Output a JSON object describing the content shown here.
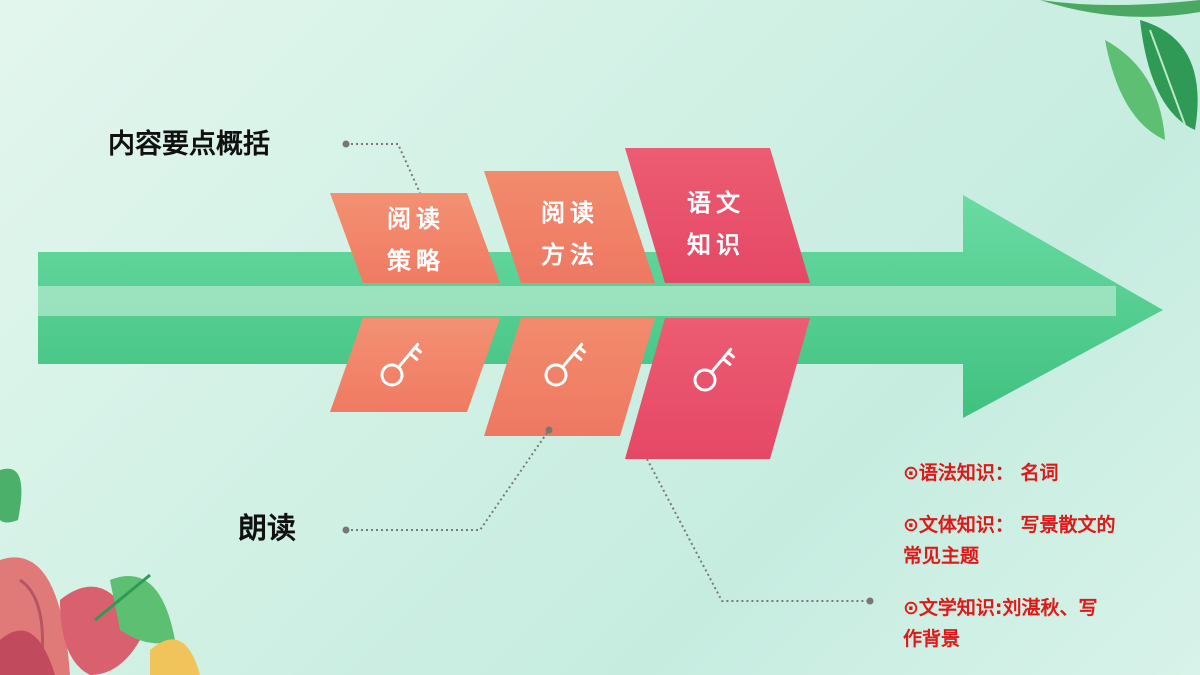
{
  "labels": {
    "summary": "内容要点概括",
    "reading": "朗读"
  },
  "cards": [
    {
      "line1": "阅读",
      "line2": "策略",
      "color": "#f0866a"
    },
    {
      "line1": "阅读",
      "line2": "方法",
      "color": "#ee8266"
    },
    {
      "line1": "语文",
      "line2": "知识",
      "color": "#e8546e"
    }
  ],
  "notes": {
    "bullet": "⊙",
    "item1": "语法知识： 名词",
    "item2_line1": "文体知识： 写景散文的",
    "item2_line2": "常见主题",
    "item3_line1": "文学知识:刘湛秋、写",
    "item3_line2": "作背景"
  },
  "colors": {
    "arrow": "#52cf93",
    "arrow_highlight": "#a7e5c6",
    "note_text": "#e01818",
    "leaf_dark": "#2f9a55",
    "leaf_light": "#5cbf72",
    "flower_pink": "#d9606e"
  },
  "icons": [
    "key-icon",
    "key-icon",
    "key-icon"
  ]
}
